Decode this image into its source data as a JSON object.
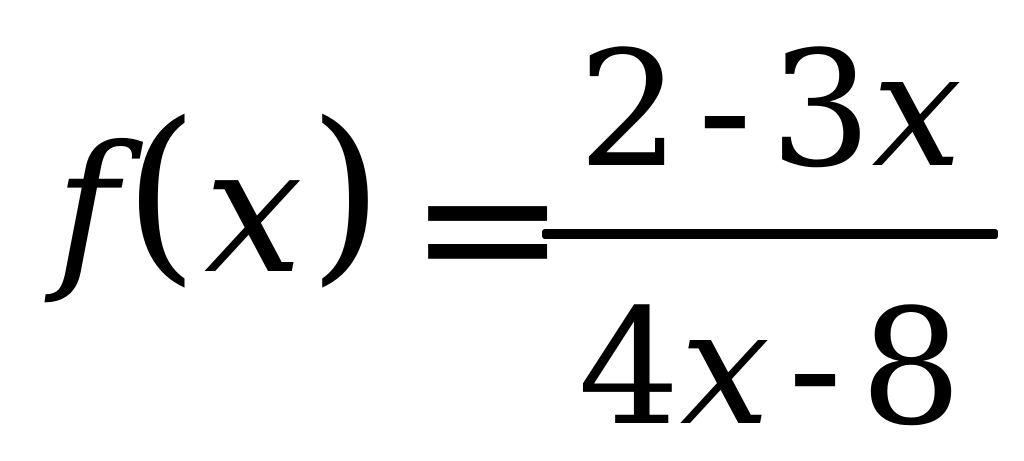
{
  "equation": {
    "lhs": {
      "function": "f",
      "open_paren": "(",
      "variable": "x",
      "close_paren": ")"
    },
    "relation": "=",
    "numerator": {
      "term1": "2",
      "operator": "-",
      "coefficient": "3",
      "variable": "x"
    },
    "denominator": {
      "coefficient": "4",
      "variable": "x",
      "operator": "-",
      "term2": "8"
    }
  }
}
